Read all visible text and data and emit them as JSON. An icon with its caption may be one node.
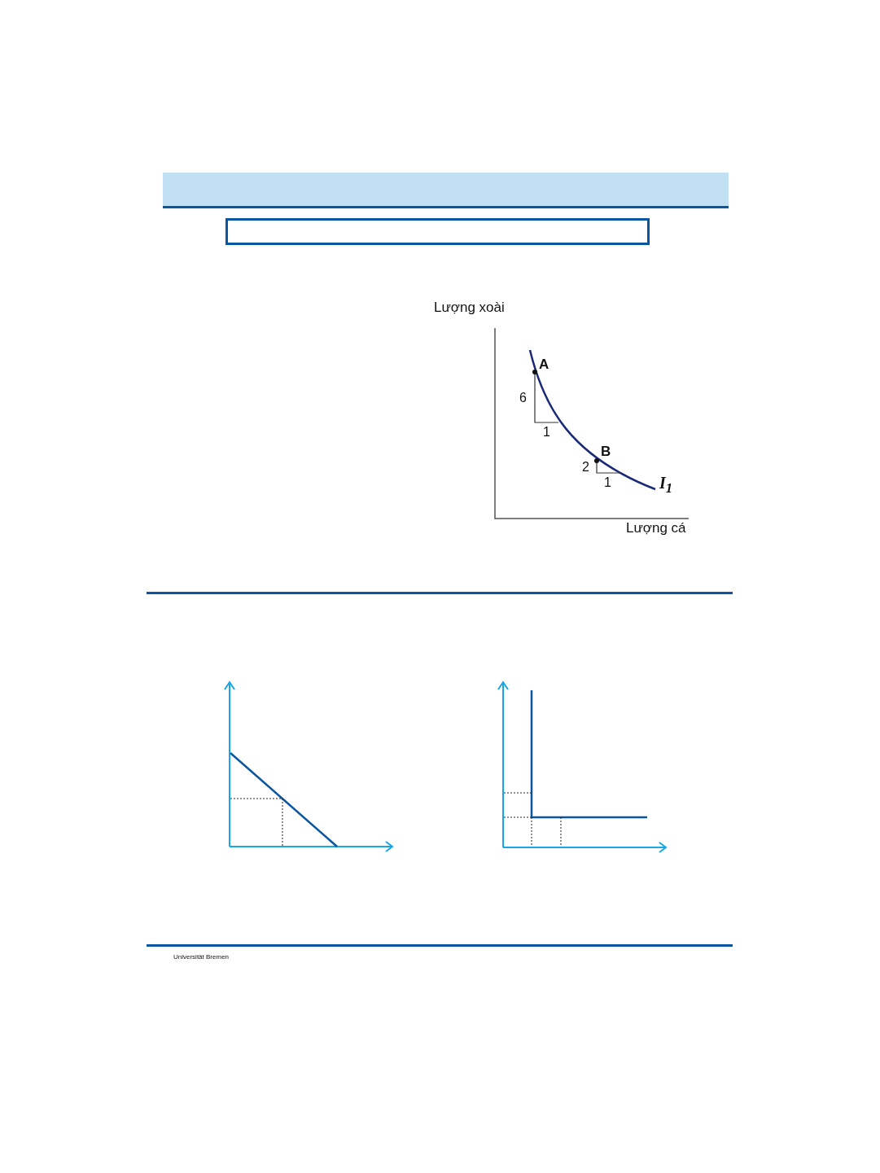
{
  "diagram": {
    "labels": [
      "Lượng xoài",
      "A",
      "6",
      "1",
      "B",
      "2",
      "1",
      "I$_{1}$",
      "Lượng cá",
      "Universität Bremen"
    ]
  }
}
